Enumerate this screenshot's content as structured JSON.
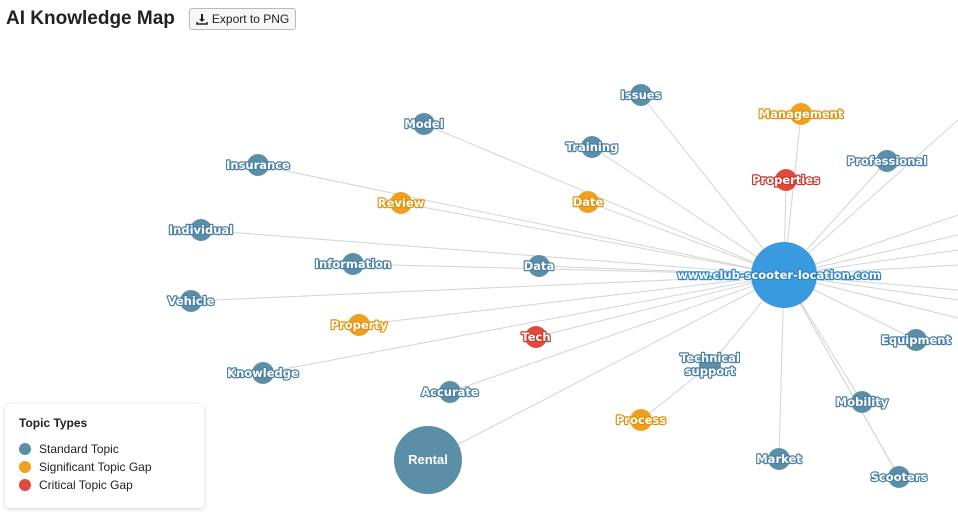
{
  "header": {
    "title": "AI Knowledge Map",
    "export_label": "Export to PNG"
  },
  "colors": {
    "standard": "#5b8fa8",
    "significant_gap": "#f0a020",
    "critical_gap": "#e04a3c",
    "hub": "#3a9ae0",
    "edge": "#d4d4d4"
  },
  "graph": {
    "hub": {
      "label": "www.club-scooter-location.com"
    },
    "nodes": [
      {
        "label": "Issues",
        "type": "standard"
      },
      {
        "label": "Management",
        "type": "significant_gap"
      },
      {
        "label": "Model",
        "type": "standard"
      },
      {
        "label": "Training",
        "type": "standard"
      },
      {
        "label": "Properties",
        "type": "critical_gap"
      },
      {
        "label": "Professional",
        "type": "standard"
      },
      {
        "label": "Insurance",
        "type": "standard"
      },
      {
        "label": "Review",
        "type": "significant_gap"
      },
      {
        "label": "Date",
        "type": "significant_gap"
      },
      {
        "label": "Individual",
        "type": "standard"
      },
      {
        "label": "Information",
        "type": "standard"
      },
      {
        "label": "Data",
        "type": "standard"
      },
      {
        "label": "Vehicle",
        "type": "standard"
      },
      {
        "label": "Property",
        "type": "significant_gap"
      },
      {
        "label": "Tech",
        "type": "critical_gap"
      },
      {
        "label": "Technical support",
        "type": "standard"
      },
      {
        "label": "Equipment",
        "type": "standard"
      },
      {
        "label": "Knowledge",
        "type": "standard"
      },
      {
        "label": "Accurate",
        "type": "standard"
      },
      {
        "label": "Mobility",
        "type": "standard"
      },
      {
        "label": "Process",
        "type": "significant_gap"
      },
      {
        "label": "Rental",
        "type": "standard"
      },
      {
        "label": "Market",
        "type": "standard"
      },
      {
        "label": "Scooters",
        "type": "standard"
      }
    ]
  },
  "legend": {
    "title": "Topic Types",
    "items": [
      {
        "label": "Standard Topic",
        "type": "standard"
      },
      {
        "label": "Significant Topic Gap",
        "type": "significant_gap"
      },
      {
        "label": "Critical Topic Gap",
        "type": "critical_gap"
      }
    ]
  }
}
